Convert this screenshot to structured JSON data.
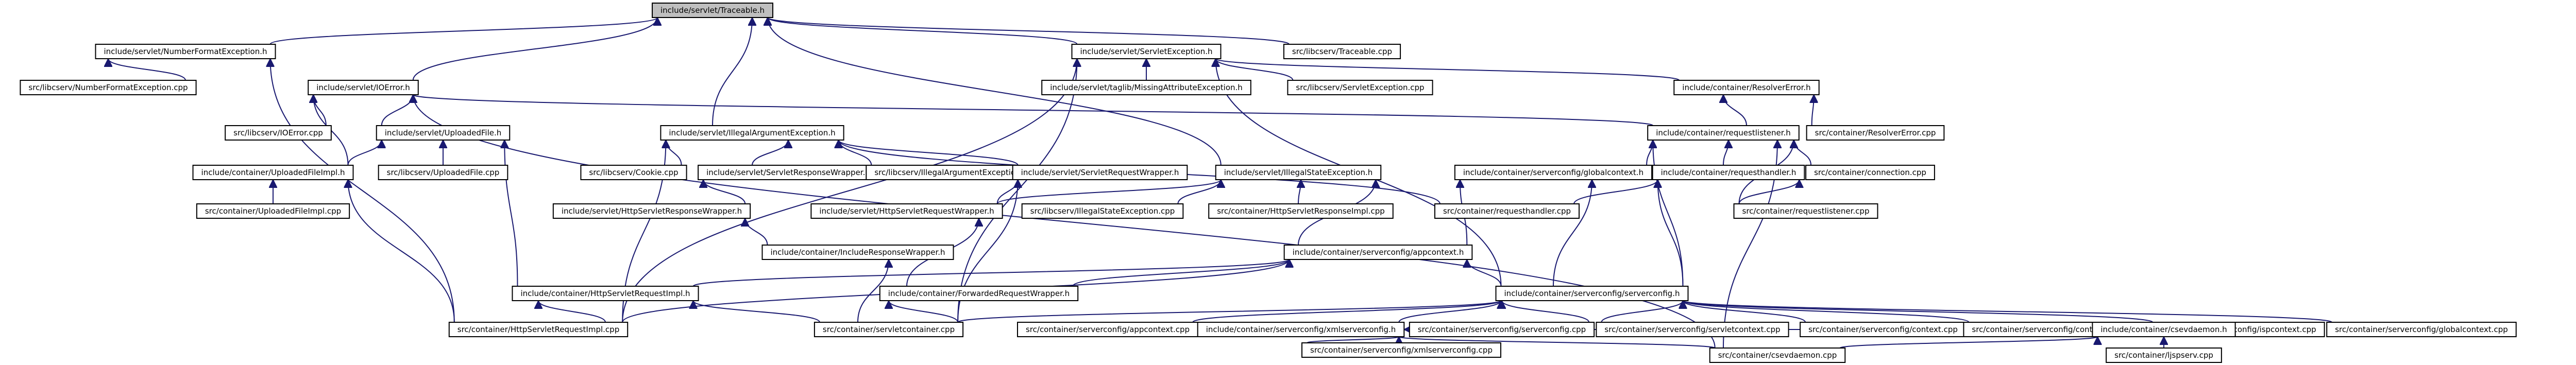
{
  "graph": {
    "nodes": [
      {
        "id": "n0",
        "label": "include/servlet/Traceable.h",
        "root": true
      },
      {
        "id": "n1",
        "label": "include/servlet/NumberFormatException.h"
      },
      {
        "id": "n2",
        "label": "include/servlet/ServletException.h"
      },
      {
        "id": "n3",
        "label": "src/libcserv/Traceable.cpp"
      },
      {
        "id": "n4",
        "label": "src/libcserv/NumberFormatException.cpp"
      },
      {
        "id": "n5",
        "label": "include/servlet/IOError.h"
      },
      {
        "id": "n6",
        "label": "include/servlet/taglib/MissingAttributeException.h"
      },
      {
        "id": "n7",
        "label": "src/libcserv/ServletException.cpp"
      },
      {
        "id": "n8",
        "label": "include/container/ResolverError.h"
      },
      {
        "id": "n9",
        "label": "src/libcserv/IOError.cpp"
      },
      {
        "id": "n10",
        "label": "include/servlet/UploadedFile.h"
      },
      {
        "id": "n11",
        "label": "include/servlet/IllegalArgumentException.h"
      },
      {
        "id": "n12",
        "label": "include/container/requestlistener.h"
      },
      {
        "id": "n13",
        "label": "src/container/ResolverError.cpp"
      },
      {
        "id": "n14",
        "label": "include/container/UploadedFileImpl.h"
      },
      {
        "id": "n15",
        "label": "src/libcserv/UploadedFile.cpp"
      },
      {
        "id": "n16",
        "label": "src/libcserv/Cookie.cpp"
      },
      {
        "id": "n17",
        "label": "include/servlet/ServletResponseWrapper.h"
      },
      {
        "id": "n18",
        "label": "src/libcserv/IllegalArgumentException.cpp"
      },
      {
        "id": "n19",
        "label": "include/servlet/ServletRequestWrapper.h"
      },
      {
        "id": "n20",
        "label": "include/servlet/IllegalStateException.h"
      },
      {
        "id": "n21",
        "label": "include/container/serverconfig/globalcontext.h"
      },
      {
        "id": "n22",
        "label": "include/container/requesthandler.h"
      },
      {
        "id": "n23",
        "label": "src/container/connection.cpp"
      },
      {
        "id": "n24",
        "label": "src/container/UploadedFileImpl.cpp"
      },
      {
        "id": "n25",
        "label": "include/servlet/HttpServletResponseWrapper.h"
      },
      {
        "id": "n26",
        "label": "include/servlet/HttpServletRequestWrapper.h"
      },
      {
        "id": "n27",
        "label": "src/libcserv/IllegalStateException.cpp"
      },
      {
        "id": "n28",
        "label": "src/container/HttpServletResponseImpl.cpp"
      },
      {
        "id": "n29",
        "label": "src/container/requesthandler.cpp"
      },
      {
        "id": "n30",
        "label": "src/container/requestlistener.cpp"
      },
      {
        "id": "n31",
        "label": "include/container/IncludeResponseWrapper.h"
      },
      {
        "id": "n32",
        "label": "include/container/serverconfig/appcontext.h"
      },
      {
        "id": "n33",
        "label": "include/container/HttpServletRequestImpl.h"
      },
      {
        "id": "n34",
        "label": "include/container/ForwardedRequestWrapper.h"
      },
      {
        "id": "n35",
        "label": "include/container/serverconfig/serverconfig.h"
      },
      {
        "id": "n36",
        "label": "src/container/HttpServletRequestImpl.cpp"
      },
      {
        "id": "n37",
        "label": "src/container/servletcontainer.cpp"
      },
      {
        "id": "n38",
        "label": "src/container/serverconfig/appcontext.cpp"
      },
      {
        "id": "n39",
        "label": "include/container/serverconfig/xmlserverconfig.h"
      },
      {
        "id": "n40",
        "label": "src/container/serverconfig/serverconfig.cpp"
      },
      {
        "id": "n41",
        "label": "src/container/serverconfig/servletcontext.cpp"
      },
      {
        "id": "n42",
        "label": "src/container/serverconfig/context.cpp"
      },
      {
        "id": "n43",
        "label": "src/container/serverconfig/contextregistry.cpp"
      },
      {
        "id": "n44",
        "label": "src/container/serverconfig/ispcontext.cpp"
      },
      {
        "id": "n45",
        "label": "src/container/serverconfig/globalcontext.cpp"
      },
      {
        "id": "n46",
        "label": "src/container/serverconfig/xmlserverconfig.cpp"
      },
      {
        "id": "n47",
        "label": "include/container/csevdaemon.h"
      },
      {
        "id": "n48",
        "label": "src/container/csevdaemon.cpp"
      },
      {
        "id": "n49",
        "label": "src/container/ljspserv.cpp"
      }
    ],
    "edges": [
      [
        "n0",
        "n1"
      ],
      [
        "n0",
        "n2"
      ],
      [
        "n0",
        "n3"
      ],
      [
        "n0",
        "n5"
      ],
      [
        "n0",
        "n11"
      ],
      [
        "n0",
        "n20"
      ],
      [
        "n1",
        "n4"
      ],
      [
        "n1",
        "n36"
      ],
      [
        "n2",
        "n6"
      ],
      [
        "n2",
        "n7"
      ],
      [
        "n2",
        "n8"
      ],
      [
        "n2",
        "n36"
      ],
      [
        "n2",
        "n37"
      ],
      [
        "n2",
        "n35"
      ],
      [
        "n5",
        "n9"
      ],
      [
        "n5",
        "n10"
      ],
      [
        "n5",
        "n14"
      ],
      [
        "n5",
        "n12"
      ],
      [
        "n5",
        "n48"
      ],
      [
        "n8",
        "n12"
      ],
      [
        "n8",
        "n13"
      ],
      [
        "n10",
        "n14"
      ],
      [
        "n10",
        "n15"
      ],
      [
        "n10",
        "n33"
      ],
      [
        "n11",
        "n16"
      ],
      [
        "n11",
        "n17"
      ],
      [
        "n11",
        "n18"
      ],
      [
        "n11",
        "n19"
      ],
      [
        "n11",
        "n36"
      ],
      [
        "n11",
        "n29"
      ],
      [
        "n12",
        "n21"
      ],
      [
        "n12",
        "n22"
      ],
      [
        "n12",
        "n23"
      ],
      [
        "n12",
        "n30"
      ],
      [
        "n12",
        "n48"
      ],
      [
        "n12",
        "n35"
      ],
      [
        "n14",
        "n24"
      ],
      [
        "n14",
        "n36"
      ],
      [
        "n17",
        "n25"
      ],
      [
        "n19",
        "n26"
      ],
      [
        "n19",
        "n37"
      ],
      [
        "n20",
        "n27"
      ],
      [
        "n20",
        "n28"
      ],
      [
        "n20",
        "n32"
      ],
      [
        "n20",
        "n26"
      ],
      [
        "n21",
        "n32"
      ],
      [
        "n21",
        "n35"
      ],
      [
        "n22",
        "n29"
      ],
      [
        "n22",
        "n30"
      ],
      [
        "n22",
        "n35"
      ],
      [
        "n25",
        "n31"
      ],
      [
        "n26",
        "n34"
      ],
      [
        "n31",
        "n37"
      ],
      [
        "n32",
        "n33"
      ],
      [
        "n32",
        "n34"
      ],
      [
        "n32",
        "n35"
      ],
      [
        "n32",
        "n36"
      ],
      [
        "n33",
        "n36"
      ],
      [
        "n33",
        "n37"
      ],
      [
        "n34",
        "n37"
      ],
      [
        "n35",
        "n37"
      ],
      [
        "n35",
        "n38"
      ],
      [
        "n35",
        "n39"
      ],
      [
        "n35",
        "n40"
      ],
      [
        "n35",
        "n41"
      ],
      [
        "n35",
        "n42"
      ],
      [
        "n35",
        "n43"
      ],
      [
        "n35",
        "n44"
      ],
      [
        "n35",
        "n45"
      ],
      [
        "n39",
        "n46"
      ],
      [
        "n39",
        "n48"
      ],
      [
        "n39",
        "n47"
      ],
      [
        "n47",
        "n48"
      ],
      [
        "n47",
        "n49"
      ]
    ]
  }
}
